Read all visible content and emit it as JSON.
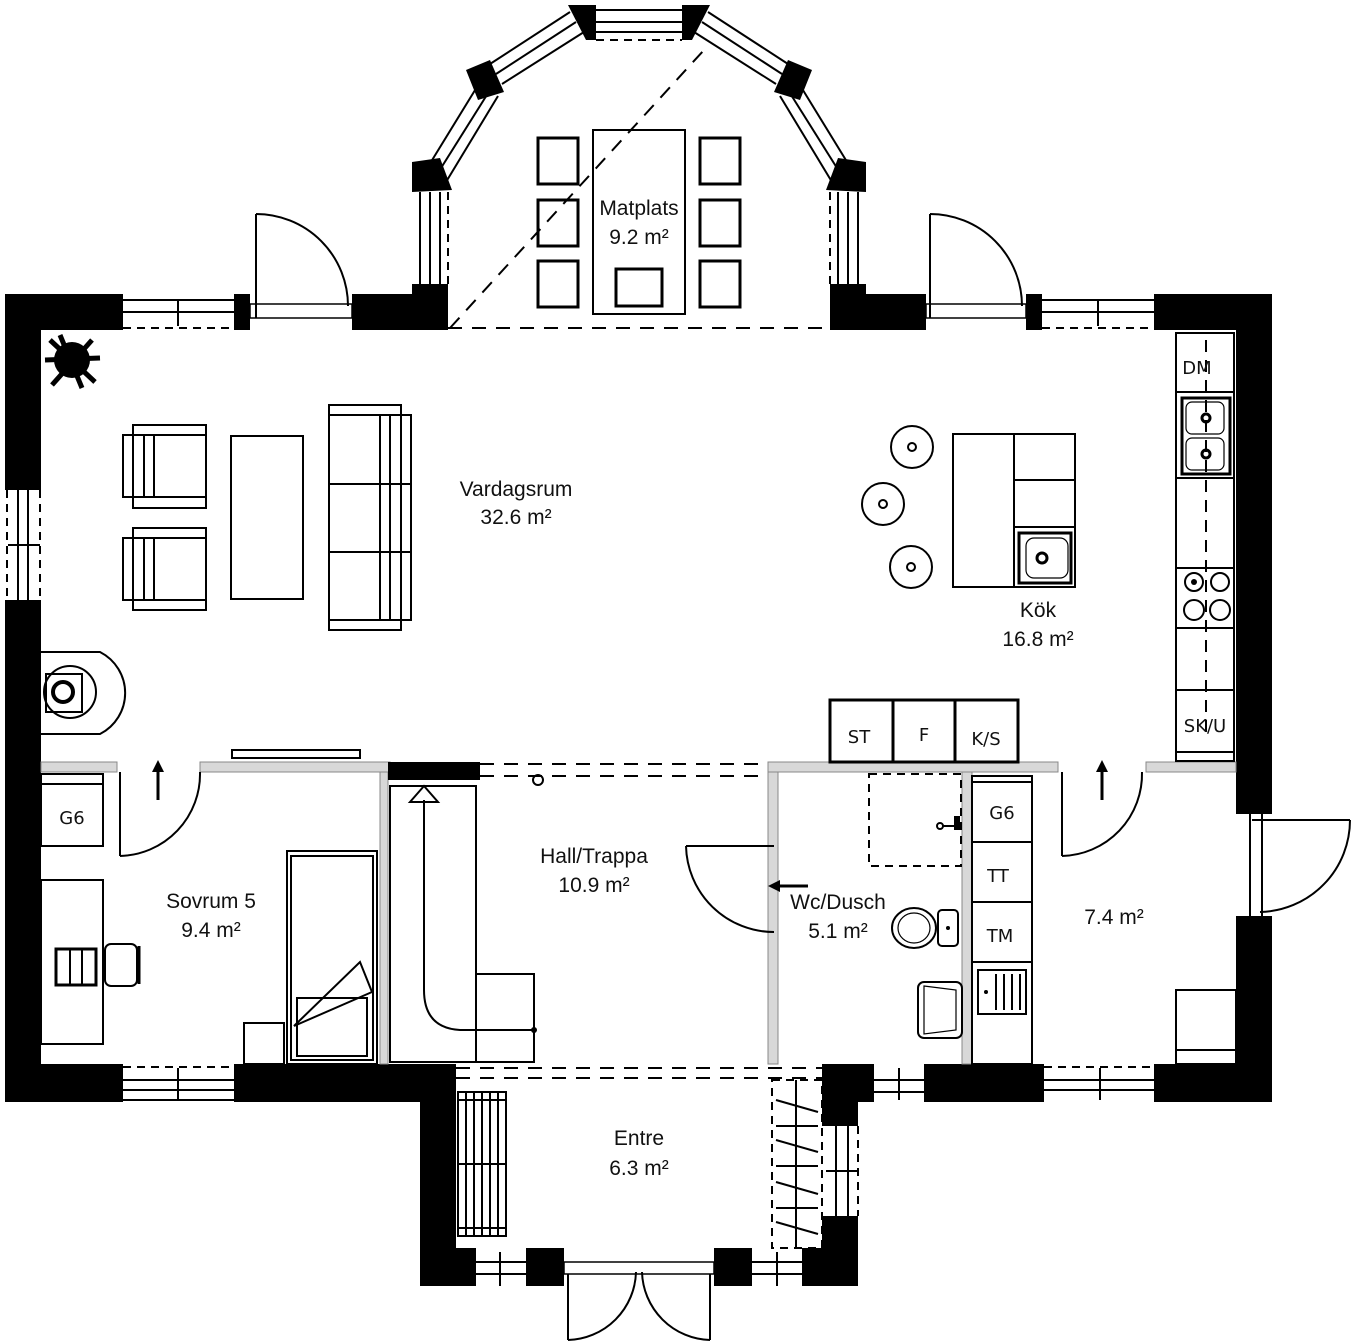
{
  "plan": {
    "type": "floor plan",
    "colors": {
      "wall": "#000000",
      "background": "#ffffff",
      "partition": "#d8d8d8"
    },
    "rooms": [
      {
        "id": "matplats",
        "name": "Matplats",
        "area": "9.2 m²"
      },
      {
        "id": "vardagsrum",
        "name": "Vardagsrum",
        "area": "32.6 m²"
      },
      {
        "id": "kok",
        "name": "Kök",
        "area": "16.8 m²"
      },
      {
        "id": "sovrum5",
        "name": "Sovrum 5",
        "area": "9.4 m²"
      },
      {
        "id": "hall",
        "name": "Hall/Trappa",
        "area": "10.9 m²"
      },
      {
        "id": "wc",
        "name": "Wc/Dusch",
        "area": "5.1 m²"
      },
      {
        "id": "tvatt",
        "name": "",
        "area": "7.4 m²"
      },
      {
        "id": "entre",
        "name": "Entre",
        "area": "6.3 m²"
      }
    ],
    "appliances": {
      "dm": "DM",
      "sk_u_kitchen": "SK/U",
      "st": "ST",
      "f": "F",
      "ks": "K/S",
      "g6_sovrum": "G6",
      "g6_wc": "G6",
      "tt": "TT",
      "tm": "TM"
    },
    "symbols": [
      "plant-icon",
      "armchair-icon",
      "sofa-icon",
      "coffee-table-icon",
      "fireplace-icon",
      "bar-stool-icon",
      "kitchen-island",
      "sink-icon",
      "stove-icon",
      "dining-table-icon",
      "chair-icon",
      "bed-icon",
      "desk-icon",
      "toilet-icon",
      "washbasin-icon",
      "shower-area",
      "staircase",
      "shoe-rack-icon",
      "coat-rack-icon",
      "door-swing-icon",
      "window-icon"
    ]
  }
}
